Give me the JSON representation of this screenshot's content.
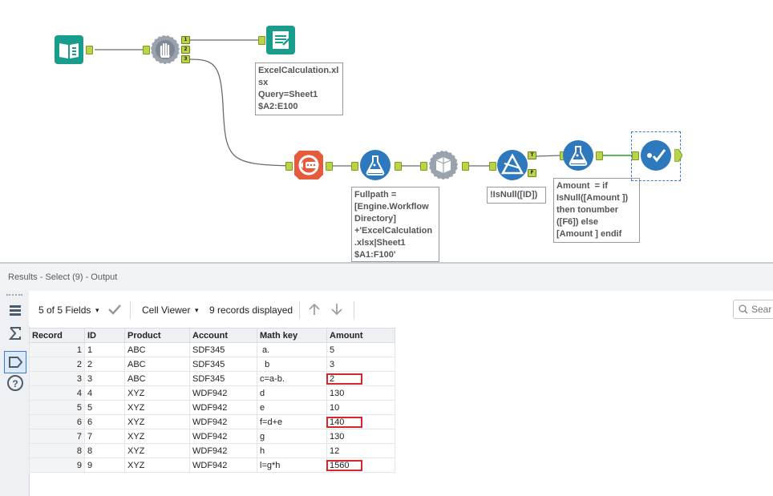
{
  "canvas": {
    "annotations": {
      "input_output": "ExcelCalculation.xl\nsx\nQuery=Sheet1\n$A2:E100",
      "formula1": "Fullpath =\n[Engine.Workflow\nDirectory]\n+'ExcelCalculation\n.xlsx|Sheet1\n$A1:F100'",
      "filter": "!IsNull([ID])",
      "formula2": "Amount  = if\nIsNull([Amount ])\nthen tonumber\n([F6]) else\n[Amount ] endif"
    },
    "anchors": {
      "sample_1": "1",
      "sample_2": "2",
      "sample_3": "3",
      "filter_true": "T",
      "filter_false": "F"
    },
    "tools": [
      "book-input-icon",
      "sample-tool-icon",
      "output-icon",
      "dynamic-input-icon",
      "formula-icon",
      "select-tool-icon",
      "filter-icon",
      "formula-icon",
      "browse-icon"
    ]
  },
  "results": {
    "title": "Results - Select (9) - Output",
    "toolbar": {
      "fields": "5 of 5 Fields",
      "viewer": "Cell Viewer",
      "records": "9 records displayed",
      "search_placeholder": "Sear"
    },
    "columns": [
      "Record",
      "ID",
      "Product",
      "Account",
      "Math key",
      "Amount"
    ],
    "rows": [
      {
        "record": "1",
        "id": "1",
        "product": "ABC",
        "account": "SDF345",
        "math_key": " a.",
        "amount": "5",
        "highlight": false
      },
      {
        "record": "2",
        "id": "2",
        "product": "ABC",
        "account": "SDF345",
        "math_key": "  b",
        "amount": "3",
        "highlight": false
      },
      {
        "record": "3",
        "id": "3",
        "product": "ABC",
        "account": "SDF345",
        "math_key": "c=a-b.",
        "amount": "2",
        "highlight": true
      },
      {
        "record": "4",
        "id": "4",
        "product": "XYZ",
        "account": "WDF942",
        "math_key": "d",
        "amount": "130",
        "highlight": false
      },
      {
        "record": "5",
        "id": "5",
        "product": "XYZ",
        "account": "WDF942",
        "math_key": "e",
        "amount": "10",
        "highlight": false
      },
      {
        "record": "6",
        "id": "6",
        "product": "XYZ",
        "account": "WDF942",
        "math_key": "f=d+e",
        "amount": "140",
        "highlight": true
      },
      {
        "record": "7",
        "id": "7",
        "product": "XYZ",
        "account": "WDF942",
        "math_key": "g",
        "amount": "130",
        "highlight": false
      },
      {
        "record": "8",
        "id": "8",
        "product": "XYZ",
        "account": "WDF942",
        "math_key": "h",
        "amount": "12",
        "highlight": false
      },
      {
        "record": "9",
        "id": "9",
        "product": "XYZ",
        "account": "WDF942",
        "math_key": "l=g*h",
        "amount": "1560",
        "highlight": true
      }
    ]
  },
  "colors": {
    "teal": "#1a9c8c",
    "gray_gear": "#9aa3ad",
    "blue_tool": "#2e78bd",
    "orange_input": "#e55b3c",
    "anchor_green": "#b9d547",
    "highlight_red": "#d8262d"
  }
}
